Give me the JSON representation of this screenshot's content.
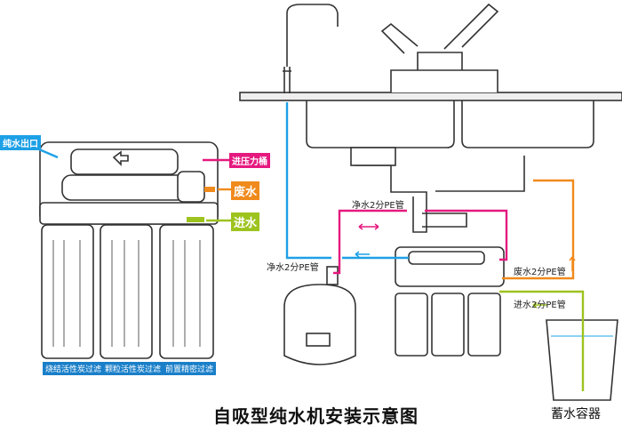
{
  "title": "自吸型纯水机安装示意图",
  "left_unit": {
    "labels": {
      "pure_out": "纯水出口",
      "to_tank": "进压力桶",
      "waste": "废水",
      "inlet": "进水"
    },
    "filters": [
      "烧结活性炭过滤",
      "颗粒活性炭过滤",
      "前置精密过滤"
    ]
  },
  "pipes": {
    "pure_top": "净水2分PE管",
    "pure_left": "净水2分PE管",
    "waste": "废水2分PE管",
    "inlet": "进水2分PE管"
  },
  "container_label": "蓄水容器",
  "colors": {
    "pure": "#1ea0e6",
    "tank": "#e5197f",
    "waste": "#f08a1c",
    "inlet": "#9dc31f",
    "filter_tag": "#1a7fc9"
  }
}
